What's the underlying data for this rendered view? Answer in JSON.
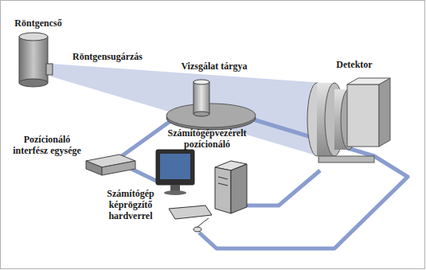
{
  "diagram": {
    "labels": [
      "Röntgencső",
      "Röntgensugárzás",
      "Vizsgálat tárgya",
      "Detektor",
      "Számítógépvezérelt pozícionáló",
      "Pozícionáló interfész egysége",
      "Számítógép képrögzítő hardverrel"
    ]
  }
}
